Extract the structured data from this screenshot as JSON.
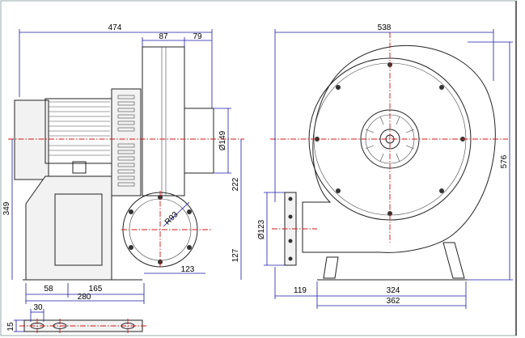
{
  "dimensions": {
    "side_view": {
      "overall_length": "474",
      "housing_width": "87",
      "outlet_depth": "79",
      "inlet_diameter": "Ø149",
      "center_to_outlet": "222",
      "total_height": "349",
      "outlet_radius": "R93",
      "outlet_center_height": "127",
      "outlet_offset": "123",
      "base_offset": "58",
      "base_span": "165",
      "base_length": "280"
    },
    "front_view": {
      "overall_width": "538",
      "overall_height": "576",
      "outlet_flange_diameter": "Ø123",
      "outlet_offset": "119",
      "foot_span": "324",
      "base_width": "362"
    },
    "base_detail": {
      "slot_width": "30",
      "plate_thickness": "15"
    }
  },
  "colors": {
    "dimension_line": "#1a1aa8",
    "center_line": "#d01818",
    "outline": "#222222"
  }
}
